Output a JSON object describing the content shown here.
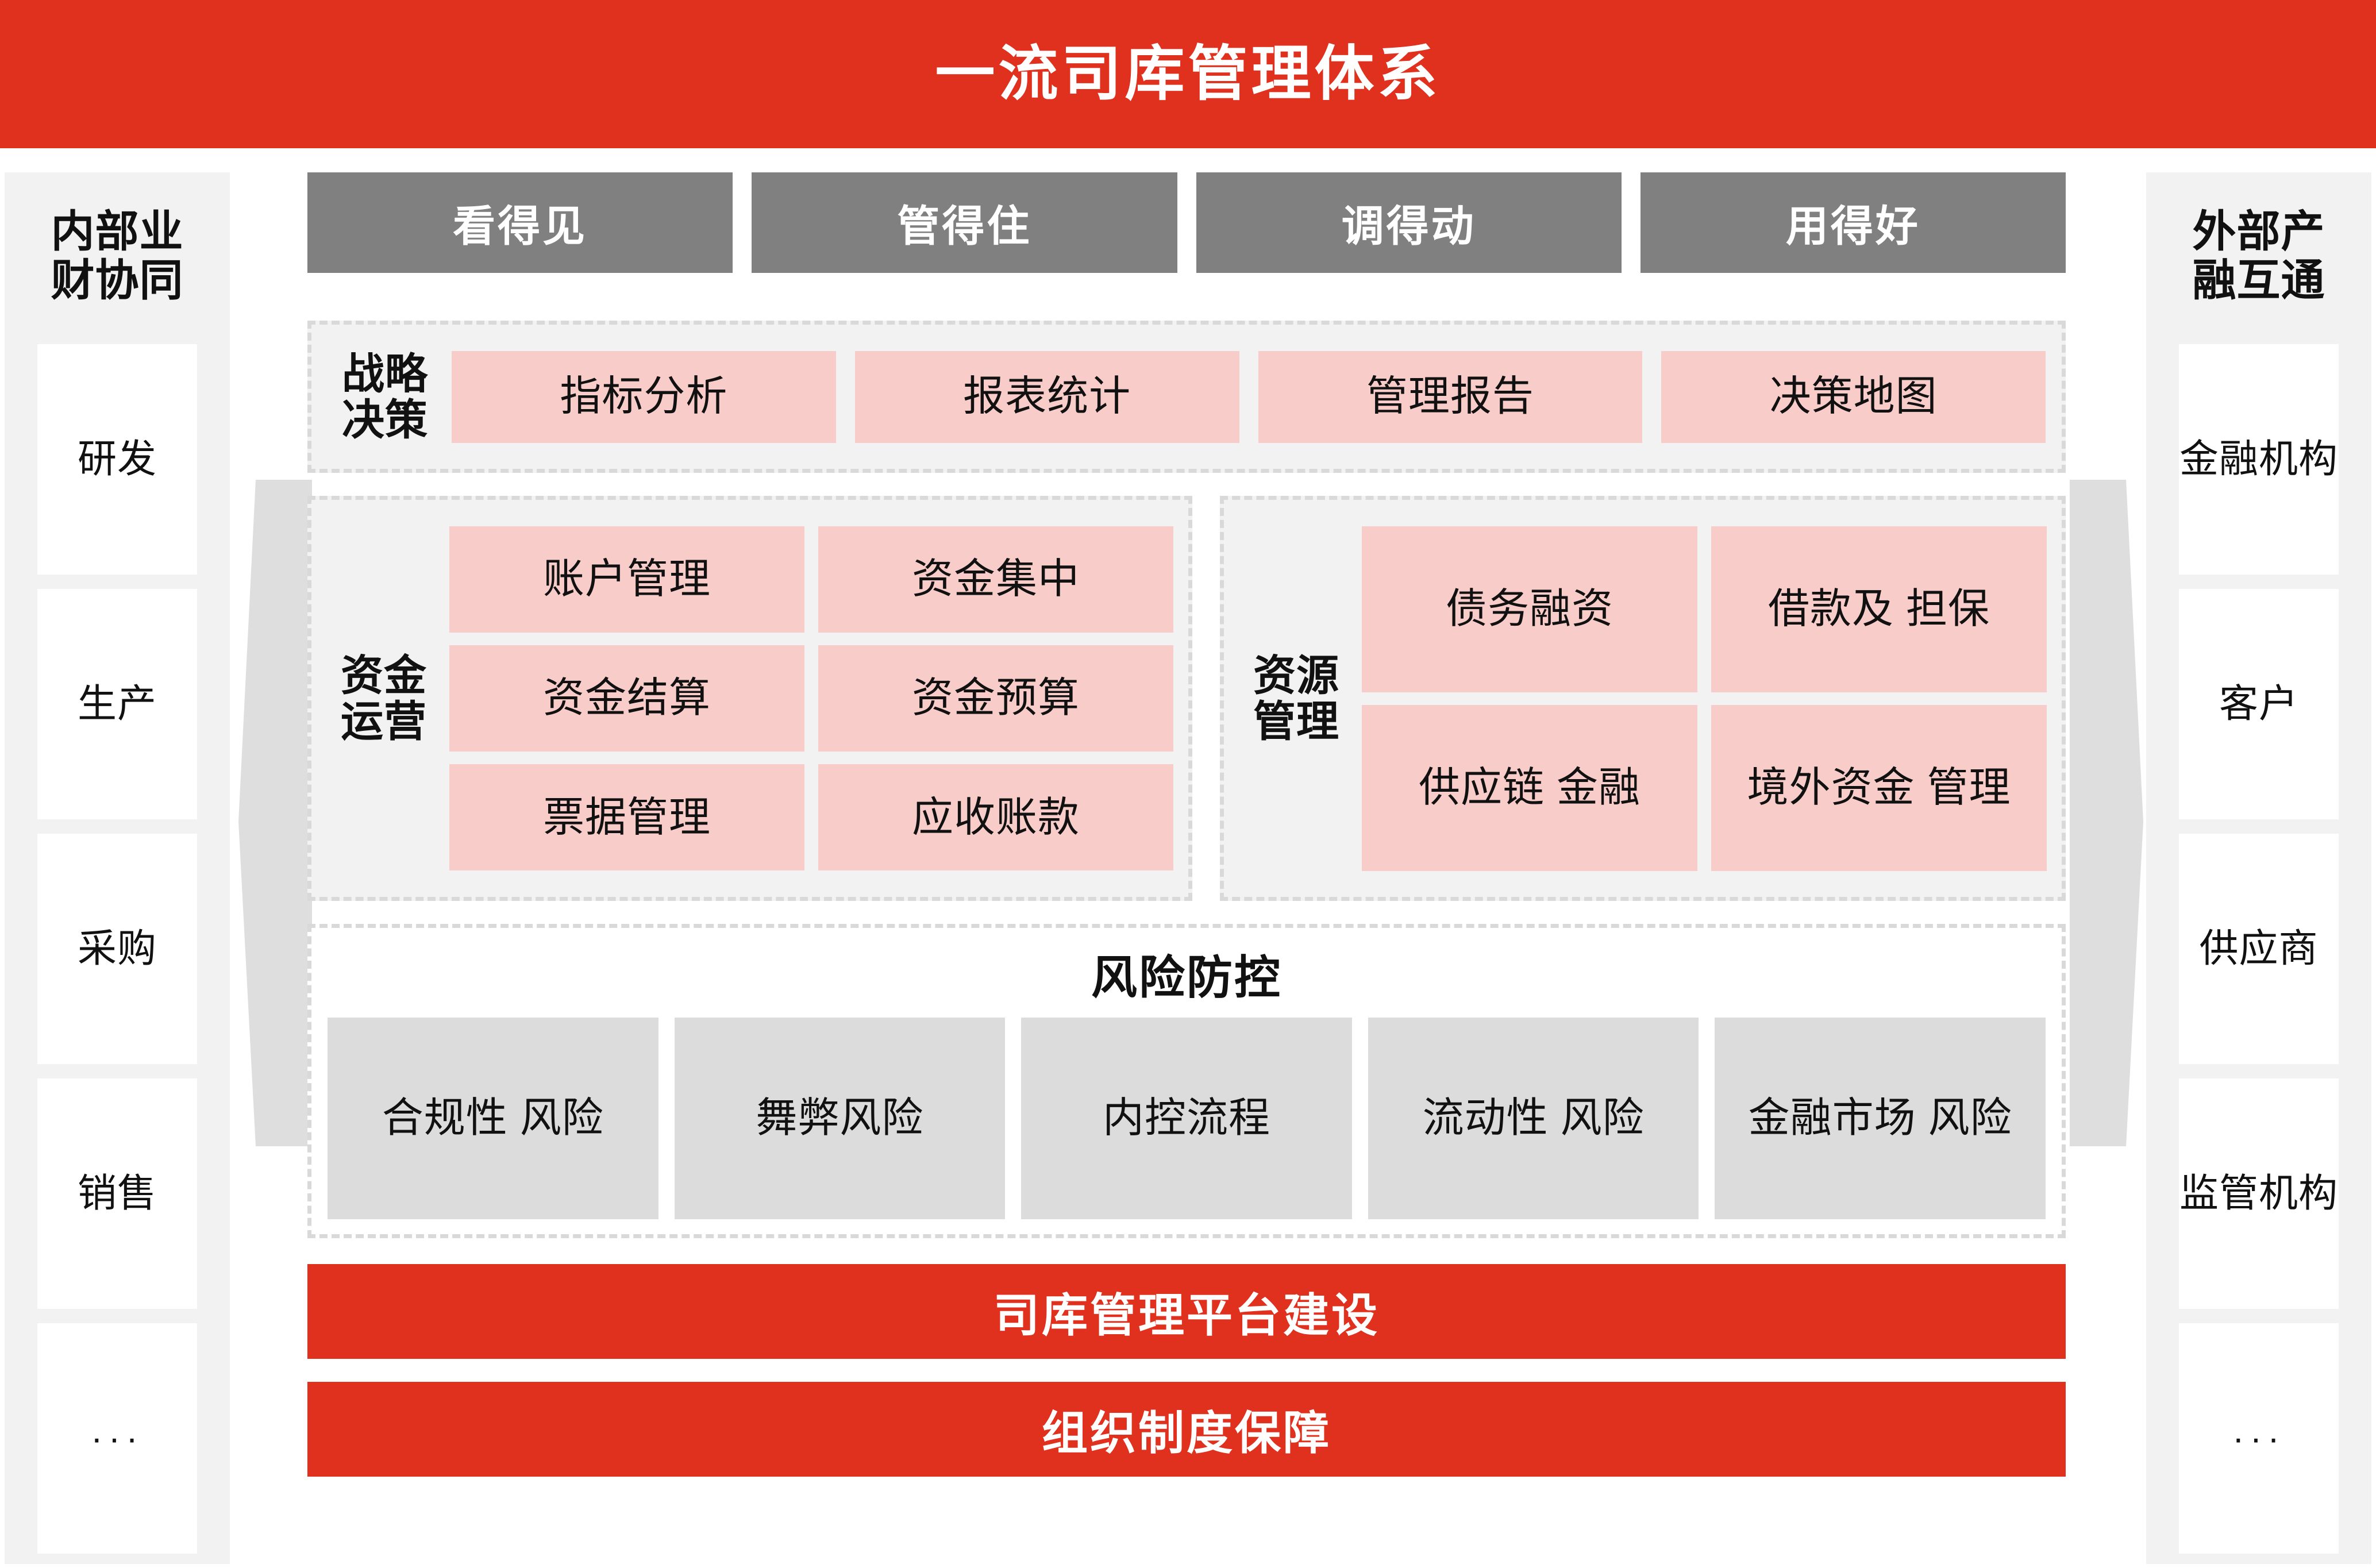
{
  "header": {
    "title": "一流司库管理体系"
  },
  "colors": {
    "brand_red": "#E0301E",
    "pill_gray": "#808080",
    "chip_pink": "#F8CCC8",
    "risk_gray": "#DCDCDC",
    "panel_gray": "#F2F2F2",
    "dash_border": "#D9D9D9"
  },
  "left_panel": {
    "heading": "内部业财协同",
    "items": [
      {
        "label": "研发"
      },
      {
        "label": "生产"
      },
      {
        "label": "采购"
      },
      {
        "label": "销售"
      },
      {
        "label": "···"
      }
    ]
  },
  "right_panel": {
    "heading": "外部产融互通",
    "items": [
      {
        "label": "金融机构"
      },
      {
        "label": "客户"
      },
      {
        "label": "供应商"
      },
      {
        "label": "监管机构"
      },
      {
        "label": "···"
      }
    ]
  },
  "pillars": [
    {
      "label": "看得见"
    },
    {
      "label": "管得住"
    },
    {
      "label": "调得动"
    },
    {
      "label": "用得好"
    }
  ],
  "sections": {
    "strategy": {
      "label": "战略\n决策",
      "items": [
        {
          "label": "指标分析"
        },
        {
          "label": "报表统计"
        },
        {
          "label": "管理报告"
        },
        {
          "label": "决策地图"
        }
      ]
    },
    "operations": {
      "label": "资金\n运营",
      "items": [
        {
          "label": "账户管理"
        },
        {
          "label": "资金集中"
        },
        {
          "label": "资金结算"
        },
        {
          "label": "资金预算"
        },
        {
          "label": "票据管理"
        },
        {
          "label": "应收账款"
        }
      ]
    },
    "resources": {
      "label": "资源\n管理",
      "items": [
        {
          "label": "债务融资"
        },
        {
          "label": "借款及\n担保"
        },
        {
          "label": "供应链\n金融"
        },
        {
          "label": "境外资金\n管理"
        }
      ]
    },
    "risk": {
      "title": "风险防控",
      "items": [
        {
          "label": "合规性\n风险"
        },
        {
          "label": "舞弊风险"
        },
        {
          "label": "内控流程"
        },
        {
          "label": "流动性\n风险"
        },
        {
          "label": "金融市场\n风险"
        }
      ]
    }
  },
  "foundation_bars": [
    {
      "label": "司库管理平台建设"
    },
    {
      "label": "组织制度保障"
    }
  ],
  "icons": {
    "left_arrow": "chevron-left-icon",
    "right_arrow": "chevron-right-icon"
  }
}
